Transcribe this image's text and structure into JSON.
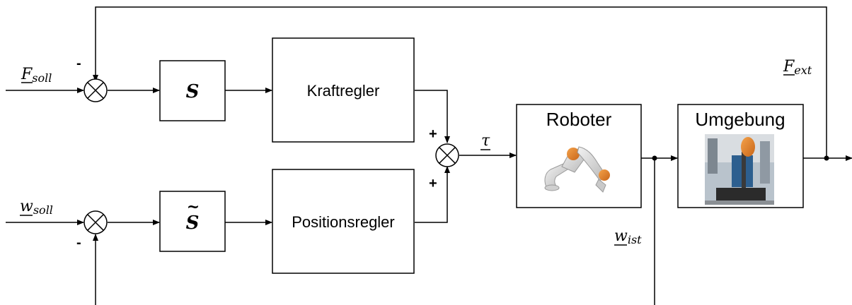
{
  "blocks": {
    "s": "S",
    "s_tilde": "S",
    "s_tilde_mark": "~",
    "kraftregler": "Kraftregler",
    "positionsregler": "Positionsregler",
    "roboter": "Roboter",
    "umgebung": "Umgebung"
  },
  "signals": {
    "f_soll_main": "F",
    "f_soll_sub": "soll",
    "w_soll_main": "w",
    "w_soll_sub": "soll",
    "tau": "τ",
    "f_ext_main": "F",
    "f_ext_sub": "ext",
    "w_ist_main": "w",
    "w_ist_sub": "ist"
  },
  "signs": {
    "sum1_minus": "-",
    "sum2_minus": "-",
    "sum3_plus_top": "+",
    "sum3_plus_bottom": "+"
  }
}
